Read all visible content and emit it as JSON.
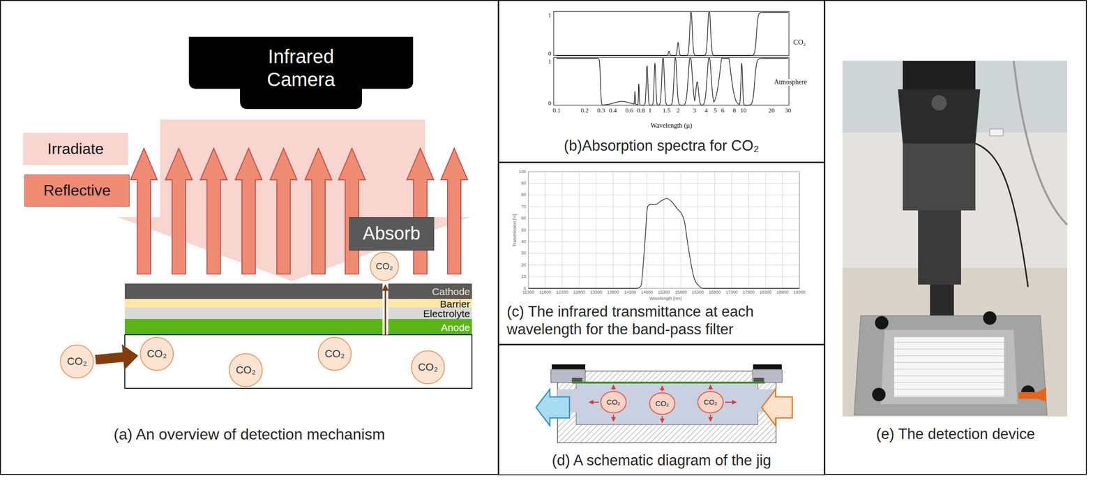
{
  "diagram": {
    "nodes": [
      {
        "text": [
          "(a) An overview of detection mechanism"
        ]
      },
      {
        "text": [
          "Infrared Camera"
        ],
        "in": 0
      },
      {
        "text": [
          "Irradiate"
        ],
        "in": 0
      },
      {
        "text": [
          "Reflective"
        ],
        "in": 0
      },
      {
        "text": [
          "Absorb"
        ],
        "in": 0
      },
      {
        "text": [
          "CO₂"
        ],
        "in": 0
      },
      {
        "text": [
          "CO₂"
        ],
        "in": 0
      },
      {
        "text": [
          "CO₂"
        ],
        "in": 0
      },
      {
        "text": [
          "CO₂"
        ],
        "in": 0
      },
      {
        "text": [
          "CO₂"
        ],
        "in": 0
      },
      {
        "text": [
          "CO₂"
        ],
        "in": 0
      },
      {
        "text": [
          "(b)Absorption spectra for CO₂"
        ]
      },
      {
        "text": [
          "(c) The infrared transmittance at each wavelength for the band-pass filter"
        ]
      },
      {
        "text": [
          "(d) A schematic diagram of the jig"
        ]
      },
      {
        "text": [
          "CO₂"
        ],
        "in": 13
      },
      {
        "text": [
          "CO₂"
        ],
        "in": 13
      },
      {
        "text": [
          "CO₂"
        ],
        "in": 13
      },
      {
        "text": [
          "(e) The detection device"
        ]
      }
    ],
    "edges": [
      {
        "from": 6,
        "to": 7,
        "arrow": "to"
      }
    ],
    "labels": [
      "Cathode",
      "Barrier",
      "Electrolyte",
      "Anode",
      "1",
      "0",
      "1",
      "0",
      "CO₂",
      "Atmosphere",
      "0.1",
      "0.2",
      "0.3",
      "0.4",
      "0.6",
      "0.8",
      "1",
      "1.5",
      "2",
      "3",
      "4",
      "5",
      "6",
      "8",
      "10",
      "20",
      "30",
      "Wavelength (μ)",
      "100",
      "90",
      "80",
      "70",
      "60",
      "50",
      "40",
      "30",
      "20",
      "10",
      "0",
      "11300",
      "11800",
      "12300",
      "12800",
      "13300",
      "13800",
      "14300",
      "14800",
      "15300",
      "15800",
      "16300",
      "16800",
      "17300",
      "17800",
      "18300",
      "18800",
      "19300",
      "Transmission [%]",
      "Wavelength [nm]"
    ]
  }
}
